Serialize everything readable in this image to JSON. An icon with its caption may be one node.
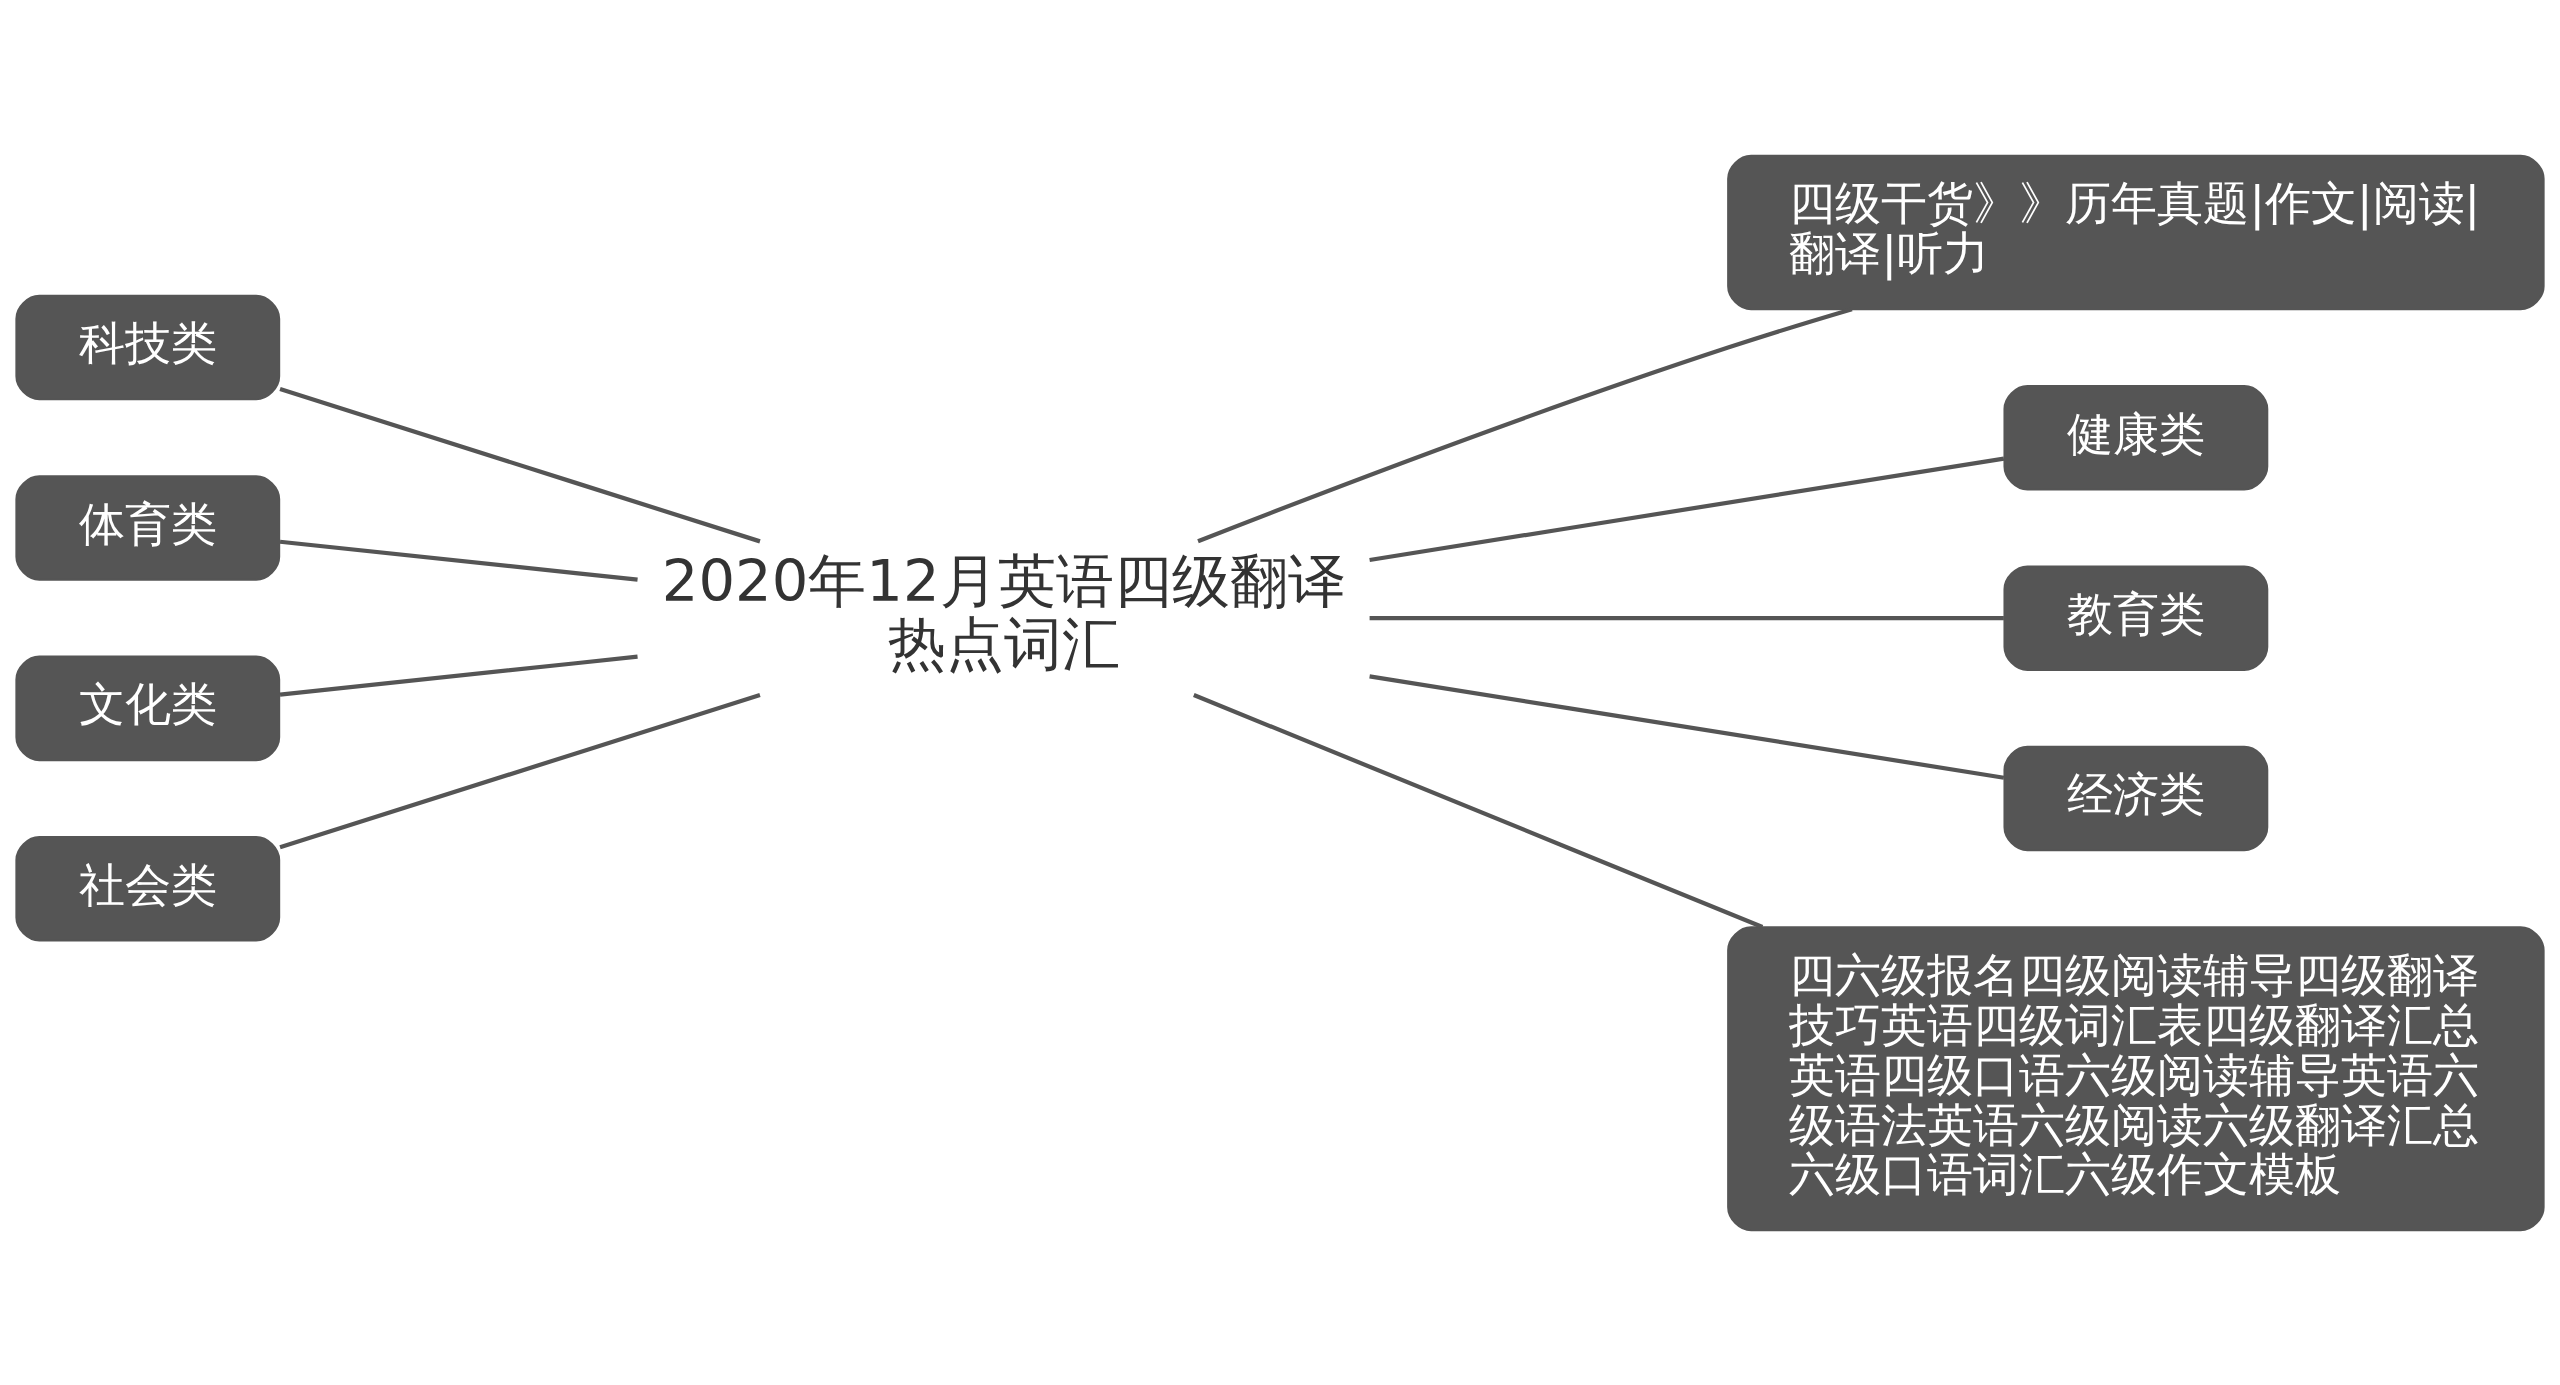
{
  "diagram": {
    "nodes": [
      {
        "text": [
          "2020年12月英语四级翻译热点词汇"
        ]
      },
      {
        "text": [
          "四级干货》》历年真题|作文|阅读|翻译|听力"
        ]
      },
      {
        "text": [
          "健康类"
        ]
      },
      {
        "text": [
          "教育类"
        ]
      },
      {
        "text": [
          "经济类"
        ]
      },
      {
        "text": [
          "四六级报名四级阅读辅导四级翻译技巧英语四级词汇表四级翻译汇总英语四级口语六级阅读辅导英语六级语法英语六级阅读六级翻译汇总六级口语词汇六级作文模板"
        ]
      },
      {
        "text": [
          "科技类"
        ]
      },
      {
        "text": [
          "体育类"
        ]
      },
      {
        "text": [
          "文化类"
        ]
      },
      {
        "text": [
          "社会类"
        ]
      }
    ],
    "edges": [
      {
        "from": 0,
        "to": 1,
        "arrow": "none"
      },
      {
        "from": 0,
        "to": 2,
        "arrow": "none"
      },
      {
        "from": 0,
        "to": 3,
        "arrow": "none"
      },
      {
        "from": 0,
        "to": 4,
        "arrow": "none"
      },
      {
        "from": 0,
        "to": 5,
        "arrow": "none"
      },
      {
        "from": 6,
        "to": 0,
        "arrow": "none"
      },
      {
        "from": 7,
        "to": 0,
        "arrow": "none"
      },
      {
        "from": 8,
        "to": 0,
        "arrow": "none"
      },
      {
        "from": 9,
        "to": 0,
        "arrow": "none"
      }
    ]
  }
}
